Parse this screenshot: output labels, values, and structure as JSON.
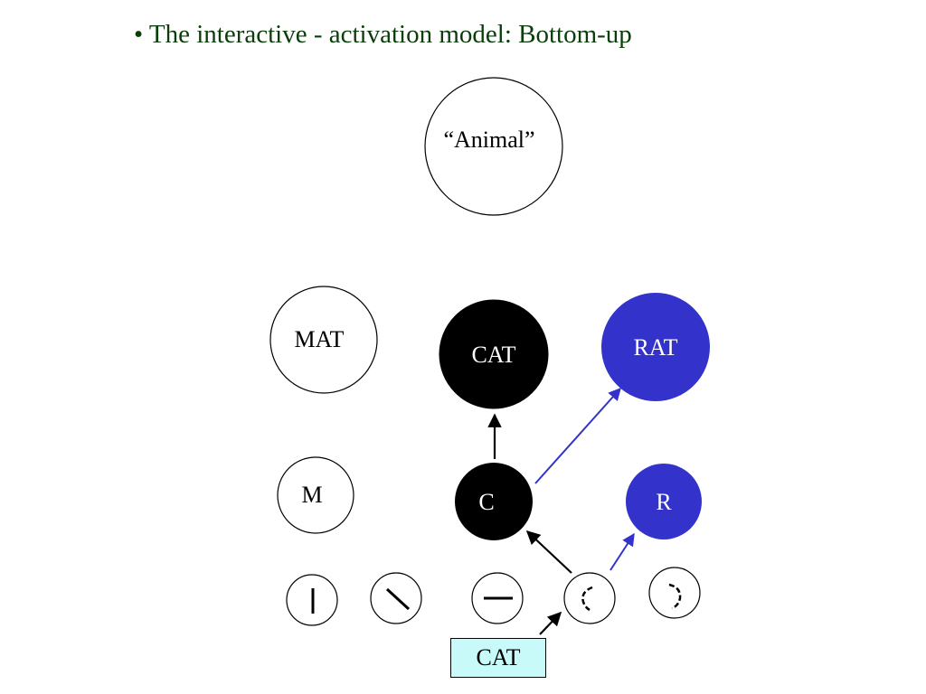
{
  "title": "• The interactive - activation model: Bottom-up",
  "colors": {
    "title": "#0b3d0b",
    "active_black": "#000000",
    "active_blue": "#3333cc",
    "input_box_fill": "#c8fafa",
    "node_outline": "#000000"
  },
  "nodes": {
    "concept": {
      "label": "“Animal”",
      "state": "inactive"
    },
    "words": [
      {
        "label": "MAT",
        "state": "inactive"
      },
      {
        "label": "CAT",
        "state": "active-black"
      },
      {
        "label": "RAT",
        "state": "active-blue"
      }
    ],
    "letters": [
      {
        "label": "M",
        "state": "inactive"
      },
      {
        "label": "C",
        "state": "active-black"
      },
      {
        "label": "R",
        "state": "active-blue"
      }
    ],
    "features": [
      {
        "glyph": "vertical-bar"
      },
      {
        "glyph": "diagonal-bar"
      },
      {
        "glyph": "horizontal-bar"
      },
      {
        "glyph": "left-curve"
      },
      {
        "glyph": "right-curve"
      }
    ]
  },
  "input": {
    "label": "CAT"
  }
}
